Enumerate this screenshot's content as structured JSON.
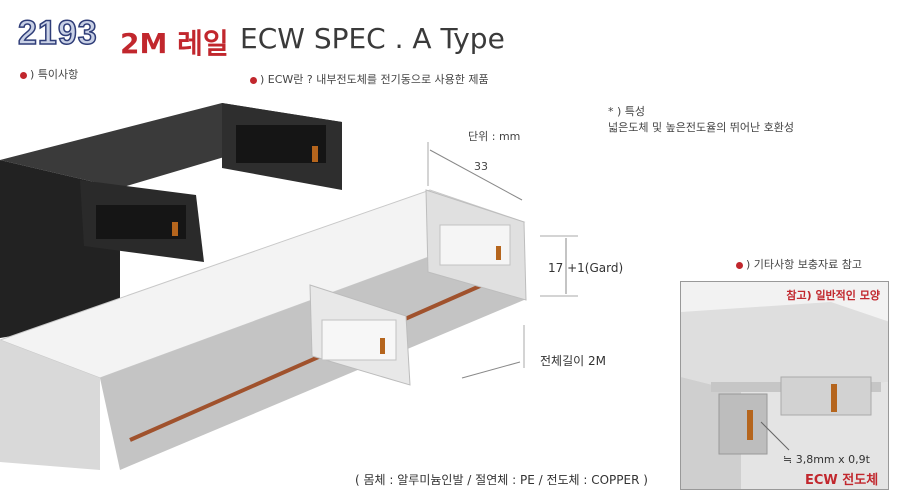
{
  "header": {
    "model_number": "2193",
    "title_length": "2M 레일",
    "title_spec": "ECW SPEC . A Type"
  },
  "notes": {
    "feature_label": ") 특이사항",
    "ecw_description": ") ECW란 ? 내부전도체를 전기동으로 사용한 제품",
    "special_title": "* ) 특성",
    "special_description": "넓은도체 및 높은전도율의 뛰어난 호환성"
  },
  "dimensions": {
    "unit": "단위 : mm",
    "width": "33",
    "height": "17 +1(Gard)",
    "total_length": "전체길이 2M"
  },
  "reference": {
    "supplement_label": ") 기타사항 보충자료 참고",
    "note": "참고) 일반적인 모양",
    "conductor_size": "≒ 3,8mm x 0,9t",
    "conductor_label": "ECW 전도체"
  },
  "materials": "( 몸체 : 알루미늄인발 / 절연체 : PE / 전도체 : COPPER )",
  "colors": {
    "accent_red": "#c1272d",
    "rail_black": "#2b2b2b",
    "rail_white": "#e6e6e6",
    "conductor_copper": "#b5651d"
  }
}
